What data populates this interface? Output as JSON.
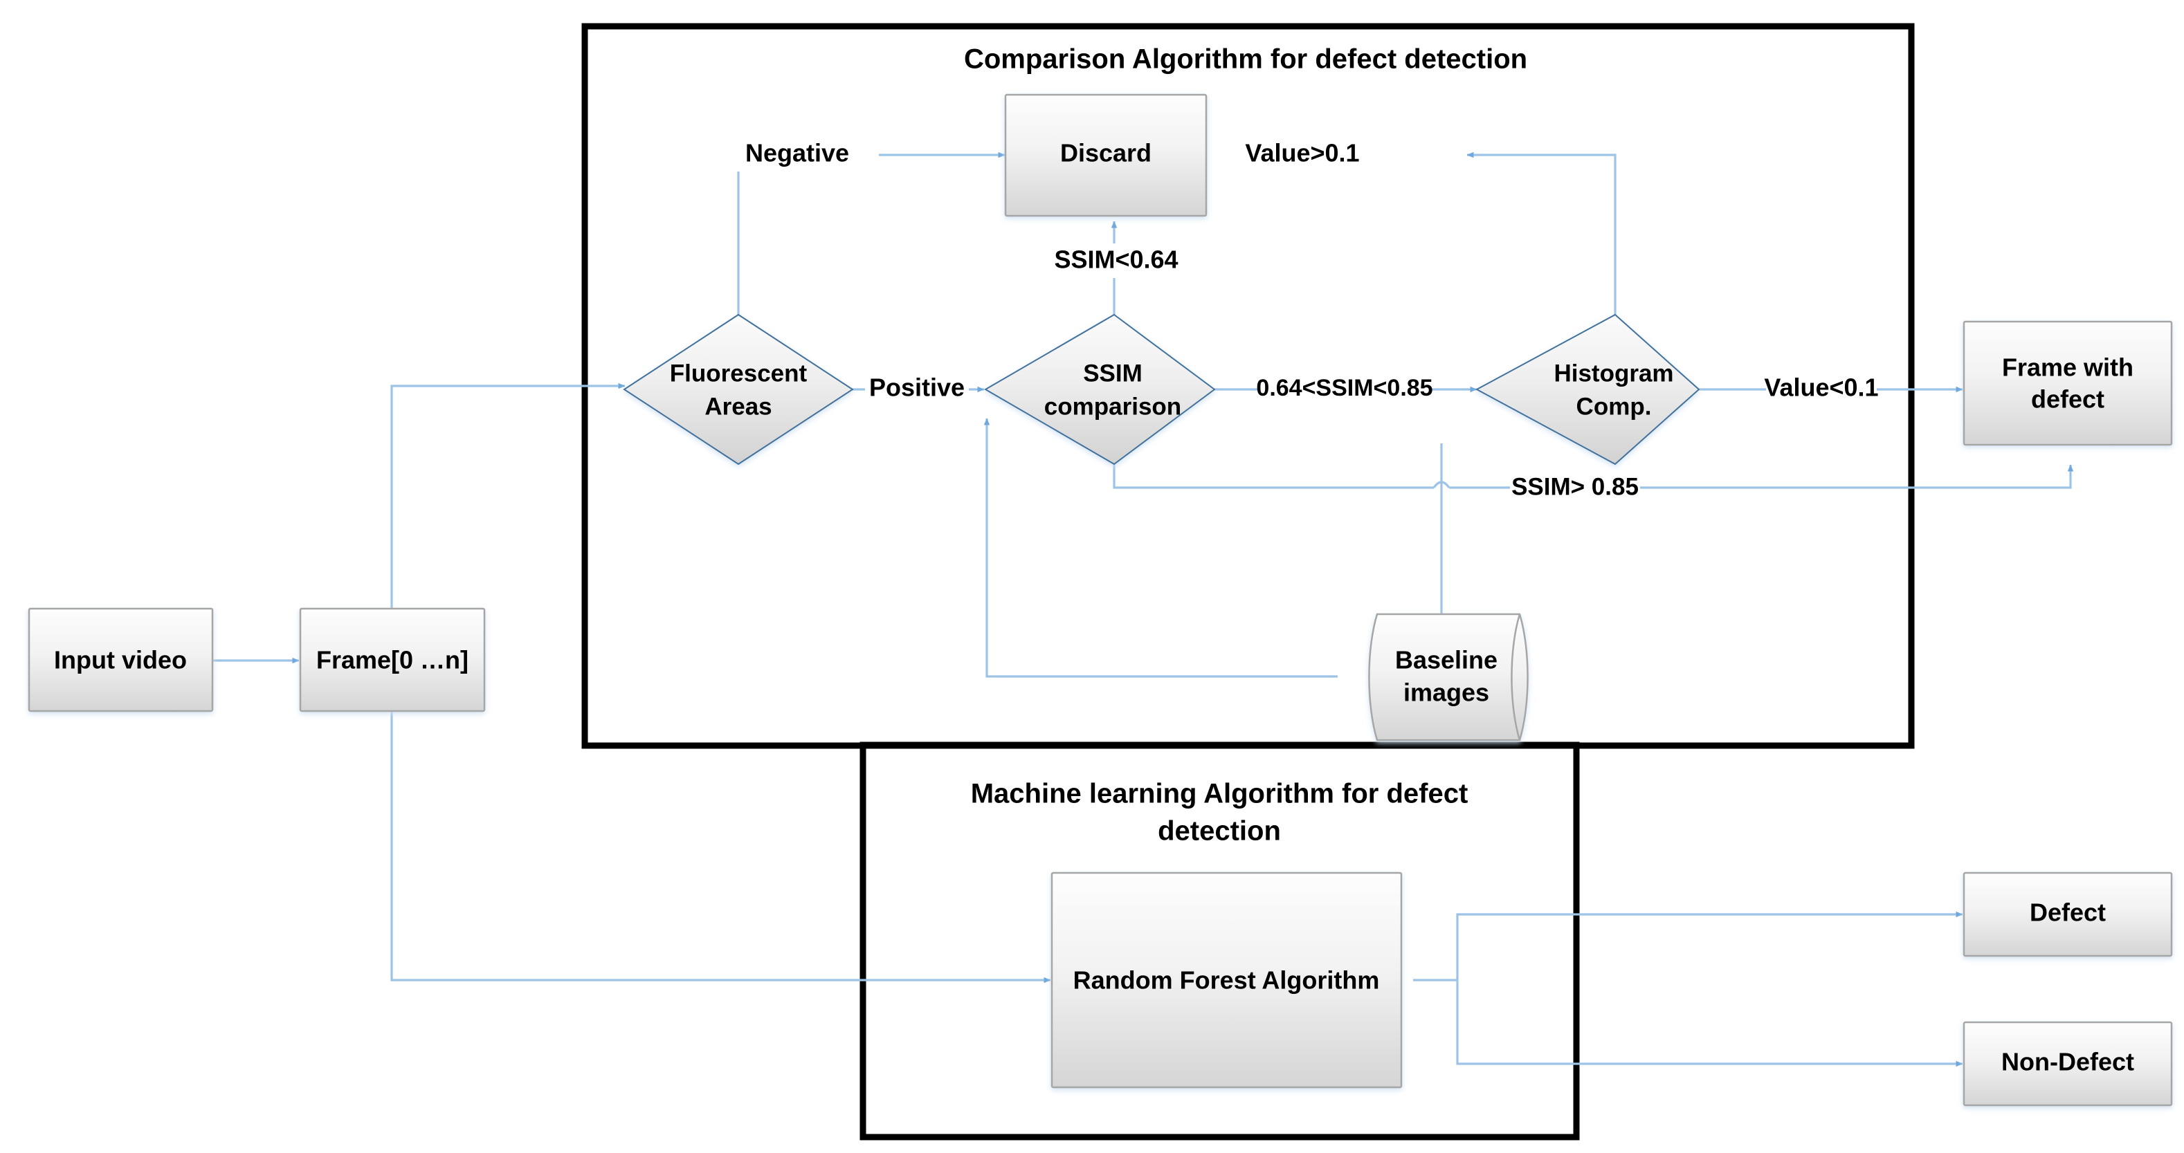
{
  "groups": [
    {
      "id": "comparison",
      "title": "Comparison Algorithm for defect detection"
    },
    {
      "id": "ml",
      "title": "Machine learning Algorithm for defect detection"
    }
  ],
  "nodes": {
    "input_video": "Input video",
    "frames": "Frame[0 …n]",
    "fluorescent": "Fluorescent\nAreas",
    "fluorescent_line1": "Fluorescent",
    "fluorescent_line2": "Areas",
    "ssim": "SSIM\ncomparison",
    "ssim_line1": "SSIM",
    "ssim_line2": "comparison",
    "histogram": "Histogram\nComp.",
    "histogram_line1": "Histogram",
    "histogram_line2": "Comp.",
    "discard": "Discard",
    "frame_with_defect_line1": "Frame with",
    "frame_with_defect_line2": "defect",
    "baseline_line1": "Baseline",
    "baseline_line2": "images",
    "random_forest": "Random Forest Algorithm",
    "defect": "Defect",
    "non_defect": "Non-Defect"
  },
  "edge_labels": {
    "negative": "Negative",
    "positive": "Positive",
    "ssim_low": "SSIM<0.64",
    "ssim_mid": "0.64<SSIM<0.85",
    "ssim_high": "SSIM> 0.85",
    "value_high": "Value>0.1",
    "value_low": "Value<0.1"
  },
  "colors": {
    "connector": "#9dc3e6",
    "group_border": "#000000",
    "shape_stroke": "#a6a6a6",
    "diamond_stroke": "#41719c",
    "shape_fill_top": "#fdfdfd",
    "shape_fill_bottom": "#d9d9d9",
    "text": "#000000"
  }
}
